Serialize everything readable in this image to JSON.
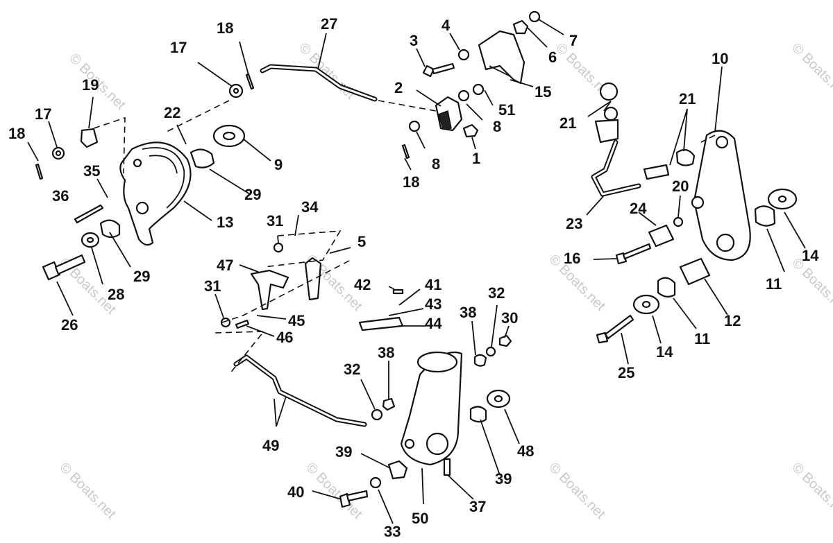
{
  "watermark": "© Boats.net",
  "callouts": [
    "1",
    "2",
    "3",
    "4",
    "5",
    "6",
    "7",
    "8",
    "8",
    "9",
    "10",
    "11",
    "11",
    "12",
    "13",
    "14",
    "14",
    "15",
    "16",
    "17",
    "17",
    "18",
    "18",
    "18",
    "19",
    "20",
    "21",
    "21",
    "22",
    "23",
    "24",
    "25",
    "26",
    "27",
    "28",
    "29",
    "29",
    "30",
    "31",
    "31",
    "32",
    "32",
    "33",
    "34",
    "35",
    "36",
    "37",
    "38",
    "38",
    "39",
    "39",
    "40",
    "41",
    "42",
    "43",
    "44",
    "45",
    "46",
    "47",
    "48",
    "49",
    "50",
    "51"
  ]
}
